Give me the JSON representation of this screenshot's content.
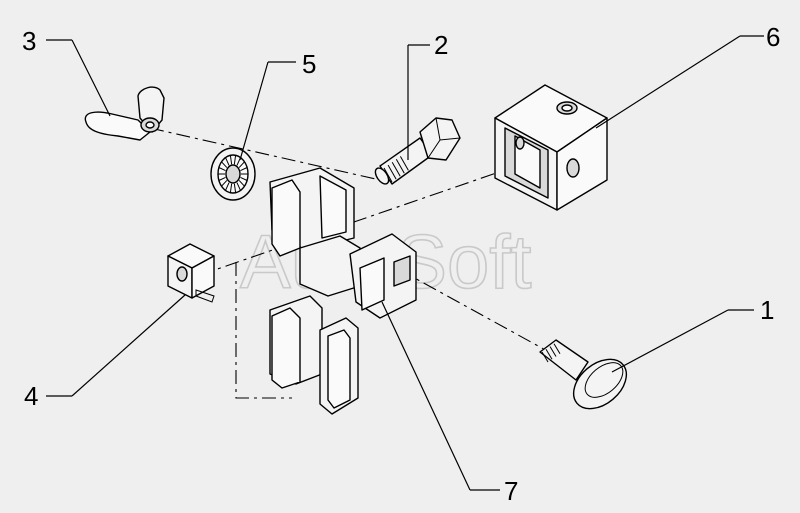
{
  "callouts": [
    {
      "id": "1",
      "label": "1"
    },
    {
      "id": "2",
      "label": "2"
    },
    {
      "id": "3",
      "label": "3"
    },
    {
      "id": "4",
      "label": "4"
    },
    {
      "id": "5",
      "label": "5"
    },
    {
      "id": "6",
      "label": "6"
    },
    {
      "id": "7",
      "label": "7"
    }
  ],
  "watermark": "AutoSoft",
  "colors": {
    "background": "#efefef",
    "line": "#000000",
    "watermark": "#c9c9c9"
  }
}
